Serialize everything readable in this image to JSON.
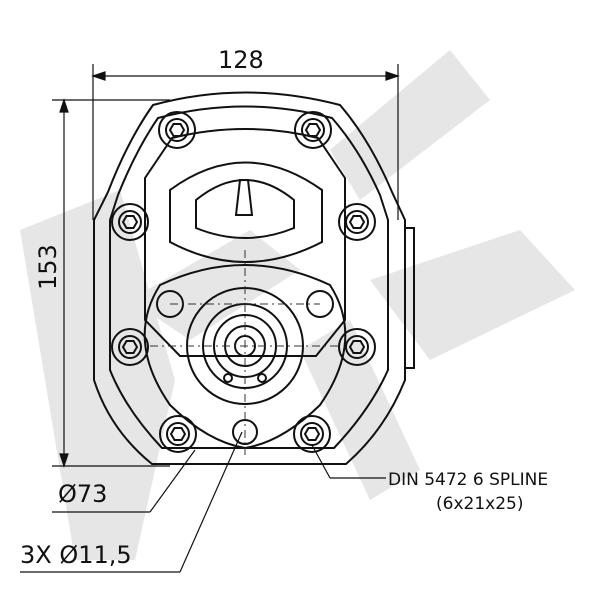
{
  "dimensions": {
    "width": "128",
    "height": "153",
    "flange_diameter": "Ø73",
    "holes": "3X Ø11,5"
  },
  "callouts": {
    "spline_line1": "DIN 5472 6 SPLINE",
    "spline_line2": "(6x21x25)"
  },
  "watermark": {
    "text": "EK",
    "color": "#e6e6e6"
  },
  "colors": {
    "line": "#111111",
    "background": "#ffffff"
  }
}
